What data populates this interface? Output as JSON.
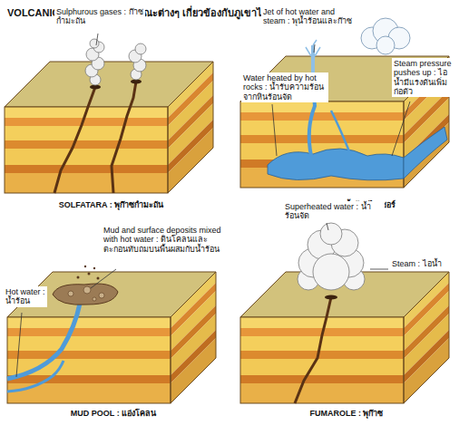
{
  "diagram": {
    "title": "VOLCANIC FEATURES : ลักษณะต่างๆ เกี่ยวข้องกับภูเขาไฟ",
    "nodes": [
      {
        "text": [
          "SOLFATARA : พุก๊าซกำมะถัน"
        ]
      },
      {
        "text": [
          "GEYSER : พุน้ำร้อนไกเซอร์"
        ]
      },
      {
        "text": [
          "MUD POOL : แอ่งโคลน"
        ]
      },
      {
        "text": [
          "FUMAROLE : พุก๊าซ"
        ]
      }
    ],
    "labels": [
      "Sulphurous gases : ก๊าซกำมะถัน",
      "Jet of hot water and steam : พุน้ำร้อนและก๊าซ",
      "Water heated by hot rocks : น้ำรับความร้อนจากหินร้อนจัด",
      "Steam pressure pushes up : ไอน้ำมีแรงดันเพิ่มก่อตัว",
      "Mud and surface deposits mixed with hot water : ดินโคลนและตะกอนทับถมบนพื้นผสมกับน้ำร้อน",
      "Hot water : น้ำร้อน",
      "Superheated water : น้ำร้อนจัด",
      "Steam : ไอน้ำ"
    ]
  }
}
